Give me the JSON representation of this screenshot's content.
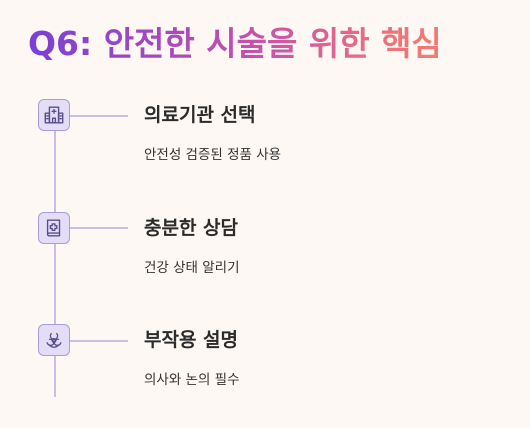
{
  "title": "Q6: 안전한 시술을 위한 핵심",
  "colors": {
    "background": "#fdf8f4",
    "title_gradient_start": "#7a3fd6",
    "title_gradient_end": "#f58a6a",
    "icon_fill": "#e4ddf6",
    "icon_stroke": "#5a4e8a",
    "connector": "#c8c0e4"
  },
  "steps": [
    {
      "icon": "hospital-icon",
      "title": "의료기관 선택",
      "description": "안전성 검증된 정품 사용"
    },
    {
      "icon": "medical-book-icon",
      "title": "충분한 상담",
      "description": "건강 상태 알리기"
    },
    {
      "icon": "biohazard-icon",
      "title": "부작용 설명",
      "description": "의사와 논의 필수"
    }
  ]
}
